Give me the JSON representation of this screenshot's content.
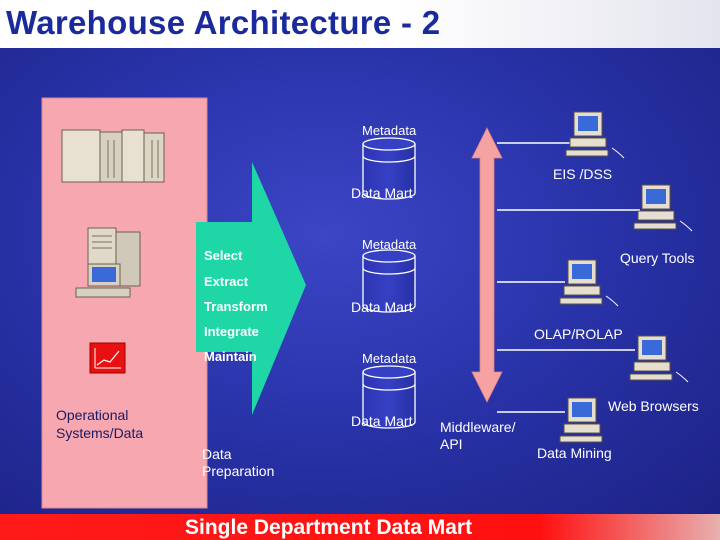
{
  "title": "Warehouse Architecture - 2",
  "footer": "Single Department Data Mart",
  "operational": {
    "label_line1": "Operational",
    "label_line2": "Systems/Data"
  },
  "steps": [
    "Select",
    "Extract",
    "Transform",
    "Integrate",
    "Maintain"
  ],
  "preparation": {
    "line1": "Data",
    "line2": "Preparation"
  },
  "marts": [
    {
      "metadata": "Metadata",
      "mart": "Data Mart"
    },
    {
      "metadata": "Metadata",
      "mart": "Data Mart"
    },
    {
      "metadata": "Metadata",
      "mart": "Data Mart"
    }
  ],
  "middleware": {
    "line1": "Middleware/",
    "line2": "API"
  },
  "tools": [
    "EIS /DSS",
    "Query Tools",
    "OLAP/ROLAP",
    "Web Browsers",
    "Data Mining"
  ],
  "colors": {
    "title": "#1a2a9c",
    "background": "#2a34ab",
    "footer": "#ff1010",
    "pink_panel": "#f7a7b0",
    "prep_arrow": "#1ed6a6",
    "double_arrow": "#f7a2a2"
  },
  "icons": [
    "mainframe-icon",
    "server-icon",
    "chart-icon",
    "computer-icon",
    "database-cylinder-icon",
    "double-arrow-icon"
  ]
}
